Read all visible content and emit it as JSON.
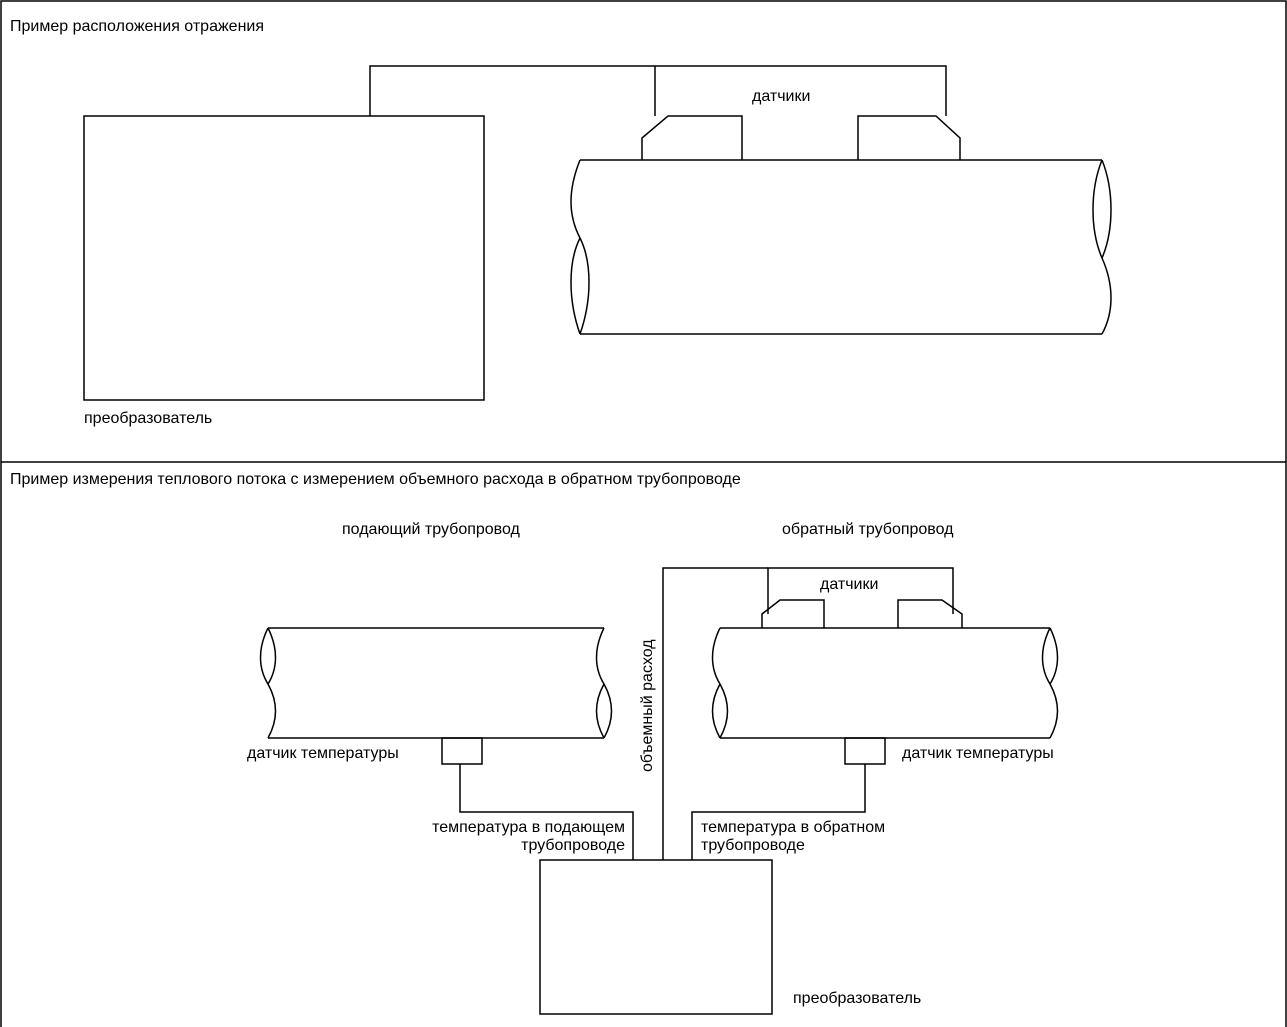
{
  "section_top": {
    "title": "Пример расположения отражения",
    "sensors_label": "датчики",
    "converter_label": "преобразователь"
  },
  "section_bottom": {
    "title": "Пример измерения теплового потока с измерением объемного расхода в обратном трубопроводе",
    "supply_pipe_label": "подающий трубопровод",
    "return_pipe_label": "обратный трубопровод",
    "sensors_label": "датчики",
    "volume_flow_label": "объемный расход",
    "temp_sensor_left_label": "датчик температуры",
    "temp_sensor_right_label": "датчик температуры",
    "supply_temp_label_line1": "температура в подающем",
    "supply_temp_label_line2": "трубопроводе",
    "return_temp_label_line1": "температура в обратном",
    "return_temp_label_line2": "трубопроводе",
    "converter_label": "преобразователь"
  },
  "colors": {
    "line": "#000000",
    "background": "#ffffff"
  }
}
